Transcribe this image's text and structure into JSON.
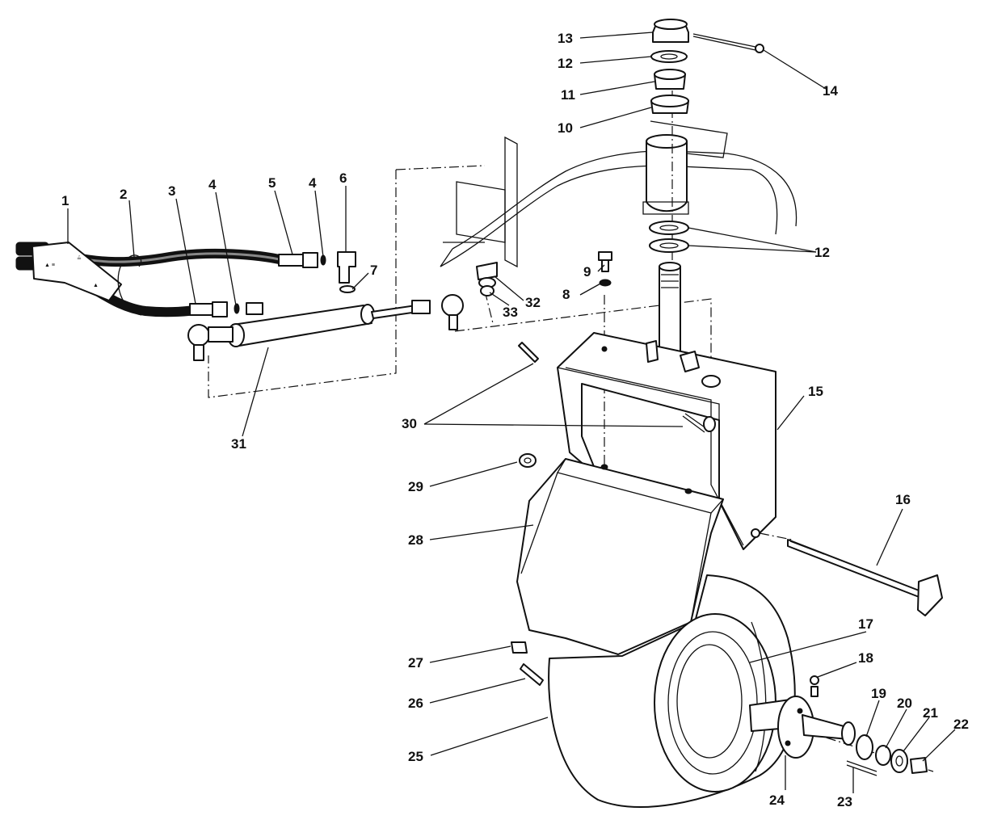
{
  "diagram": {
    "callouts": [
      "1",
      "2",
      "3",
      "4",
      "5",
      "4",
      "6",
      "7",
      "8",
      "9",
      "10",
      "11",
      "12",
      "12",
      "13",
      "14",
      "15",
      "16",
      "17",
      "18",
      "19",
      "20",
      "21",
      "22",
      "23",
      "24",
      "25",
      "26",
      "27",
      "28",
      "29",
      "30",
      "31",
      "32",
      "33"
    ]
  }
}
